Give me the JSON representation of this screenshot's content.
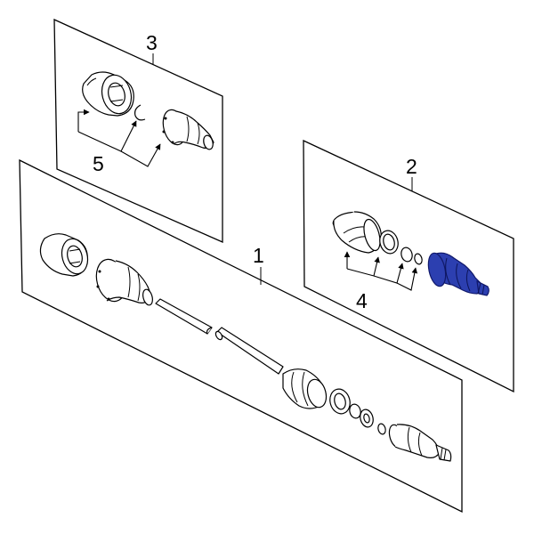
{
  "callouts": {
    "c1": "1",
    "c2": "2",
    "c3": "3",
    "c4": "4",
    "c5": "5"
  },
  "highlight_color": "#2c3fb0"
}
